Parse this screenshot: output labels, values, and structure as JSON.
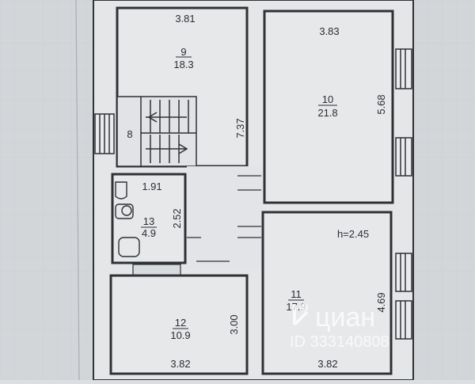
{
  "rooms": [
    {
      "number": "9",
      "area": "18.3",
      "dim_top": "3.81"
    },
    {
      "number": "8"
    },
    {
      "number": "10",
      "area": "21.8",
      "dim_top": "3.83",
      "dim_side": "5.68"
    },
    {
      "number": "13",
      "area": "4.9",
      "dim_top": "1.91",
      "dim_side": "2.52"
    },
    {
      "number": "11",
      "area": "17.9",
      "dim_side": "4.69",
      "height_note": "h=2.45",
      "dim_bottom": "3.82"
    },
    {
      "number": "12",
      "area": "10.9",
      "dim_side": "3.00",
      "dim_bottom": "3.82"
    }
  ],
  "corridor": {
    "dim": "7.37"
  },
  "watermark": {
    "brand": "циан",
    "listing_id": "ID 333140808"
  },
  "colors": {
    "wall": "#2f3136",
    "paper": "#e4e6e8",
    "grid": "#c8ccd0",
    "background": "#d3d6d9",
    "watermark": "#ffffff"
  }
}
